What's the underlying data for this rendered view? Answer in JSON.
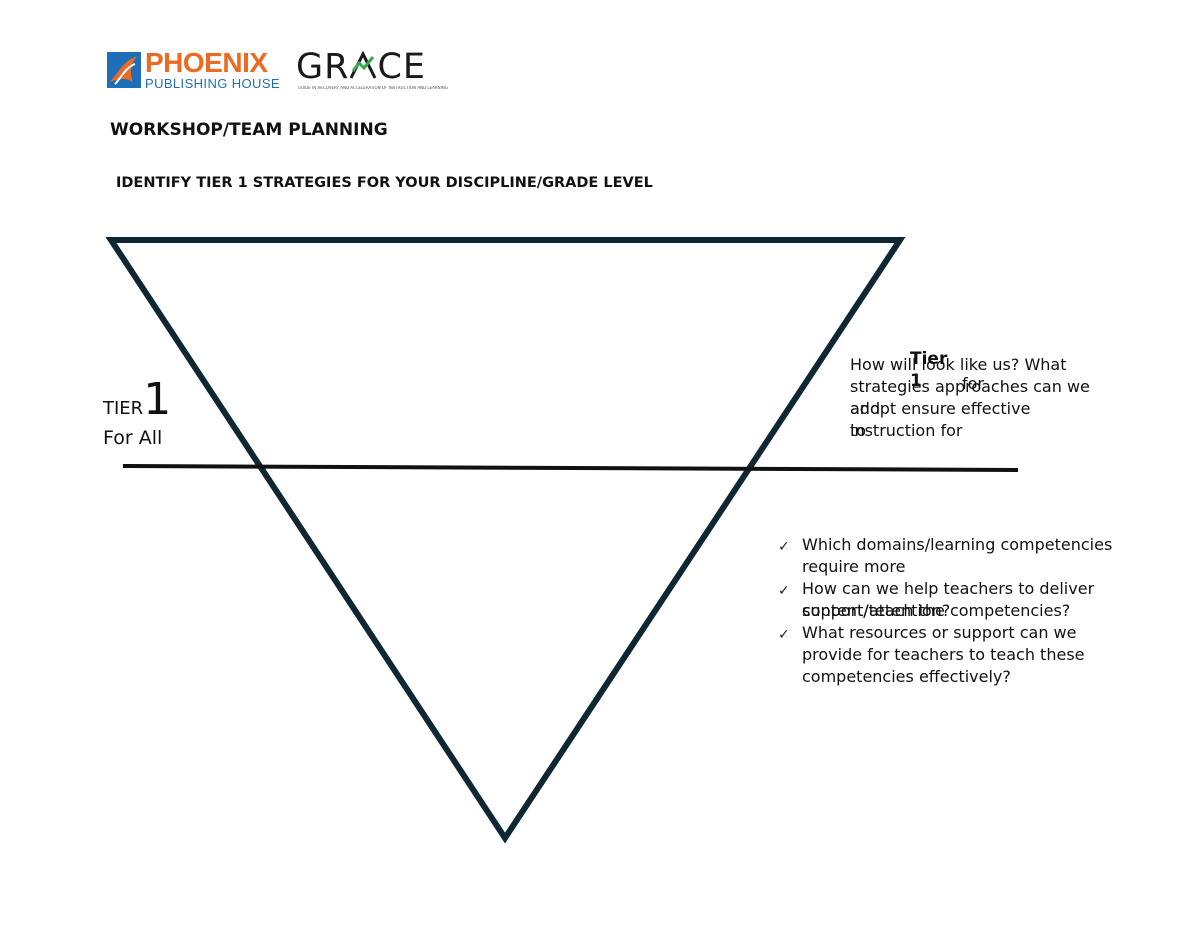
{
  "logos": {
    "phoenix_word": "PHOENIX",
    "phoenix_sub": "PUBLISHING HOUSE",
    "grace_word_left": "GR",
    "grace_word_right": "CE",
    "grace_tagline": "GUIDE IN RECOVERY AND ACCELERATION OF INSTRUCTION AND LEARNING",
    "phoenix_color": "#ec6a22",
    "phoenix_blue": "#1f6fb8",
    "grace_green": "#3aa64a"
  },
  "heading": "WORKSHOP/TEAM PLANNING",
  "subheading": "IDENTIFY TIER 1 STRATEGIES FOR YOUR DISCIPLINE/GRADE LEVEL",
  "diagram": {
    "stroke_color": "#0f2733",
    "tier_word": "TIER",
    "tier_number": "1",
    "tier_sub": "For All"
  },
  "question": {
    "text": "How will     look like us? What strategies approaches can we adopt ensure effective instruction for",
    "overlay_tier": "Tier",
    "overlay_one": "1",
    "overlay_for": "for",
    "overlay_and": "and",
    "overlay_to": "to"
  },
  "bullets": {
    "check": "✓",
    "item1": "Which domains/learning competencies require more",
    "item2_a": "support/attention?",
    "item2_b": "How can we help teachers to deliver content/teach the competencies?",
    "item3_a": "What resources or support can we",
    "item3_b": "provide for teachers to teach these competencies effectively?"
  }
}
